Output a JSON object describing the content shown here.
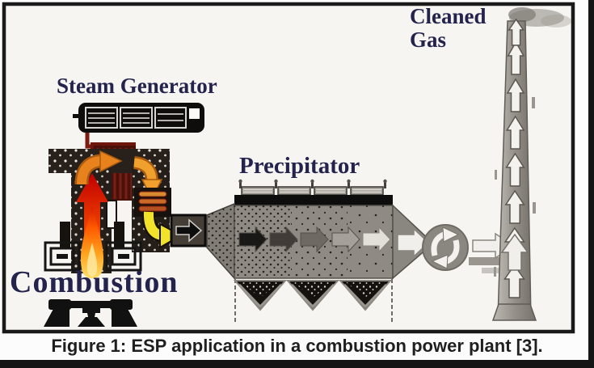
{
  "figure": {
    "caption": "Figure 1: ESP application in a combustion power plant [3].",
    "labels": {
      "steam_generator": "Steam Generator",
      "precipitator": "Precipitator",
      "cleaned_gas": "Cleaned Gas",
      "combustion": "Combustion"
    },
    "colors": {
      "label_text": "#23234d",
      "caption_text": "#1f1f1f",
      "frame_border": "#1a1a1a",
      "figure_background": "#f6f5f1",
      "flame_red": "#bf0000",
      "flame_orange": "#ff9a00",
      "flame_yellow": "#ffe06a",
      "gas_arrow_orange": "#e8821c",
      "gas_arrow_yellow": "#f2e22a",
      "precipitator_gray": "#8f8b84",
      "stack_gray": "#95918a",
      "clean_arrow_white": "#f4f2ee"
    }
  }
}
